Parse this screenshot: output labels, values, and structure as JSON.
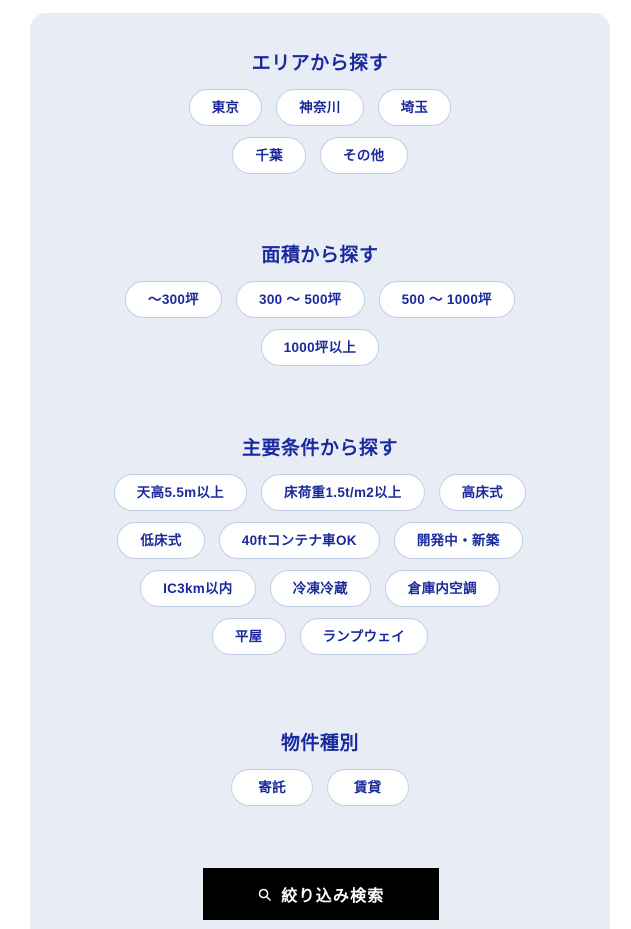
{
  "panel": {
    "background_color": "#e8edf5",
    "accent_color": "#1a2a9c",
    "pill_border_color": "#c3cfe6"
  },
  "sections": [
    {
      "id": "area",
      "title": "エリアから探す",
      "rows": [
        [
          "東京",
          "神奈川",
          "埼玉"
        ],
        [
          "千葉",
          "その他"
        ]
      ]
    },
    {
      "id": "size",
      "title": "面積から探す",
      "rows": [
        [
          "〜300坪",
          "300 〜 500坪",
          "500 〜 1000坪"
        ],
        [
          "1000坪以上"
        ]
      ]
    },
    {
      "id": "conditions",
      "title": "主要条件から探す",
      "rows": [
        [
          "天高5.5m以上",
          "床荷重1.5t/m2以上",
          "高床式"
        ],
        [
          "低床式",
          "40ftコンテナ車OK",
          "開発中・新築"
        ],
        [
          "IC3km以内",
          "冷凍冷蔵",
          "倉庫内空調"
        ],
        [
          "平屋",
          "ランプウェイ"
        ]
      ]
    },
    {
      "id": "type",
      "title": "物件種別",
      "rows": [
        [
          "寄託",
          "賃貸"
        ]
      ]
    }
  ],
  "submit": {
    "label": "絞り込み検索",
    "icon": "search-icon",
    "background_color": "#000000",
    "text_color": "#ffffff"
  }
}
